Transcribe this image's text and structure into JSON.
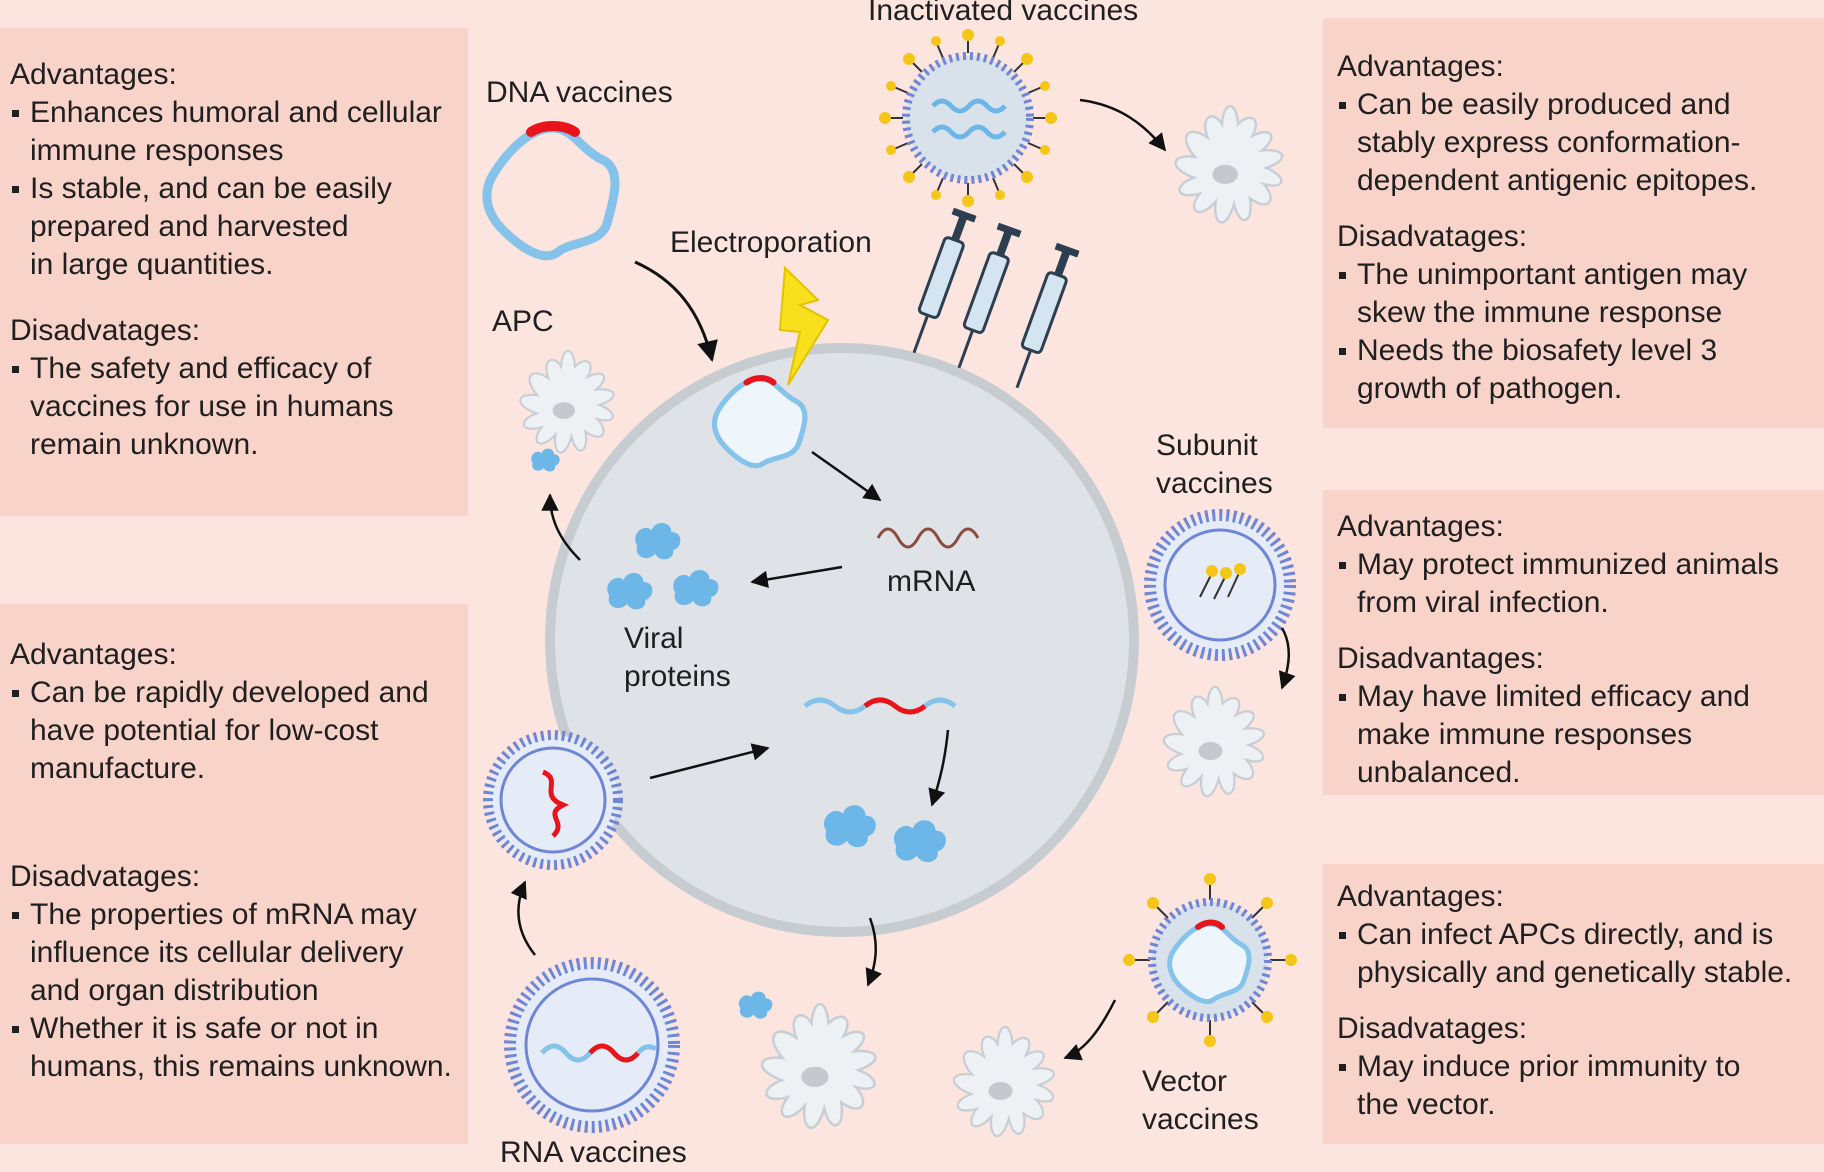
{
  "labels": {
    "dna_vaccines": "DNA vaccines",
    "inactivated_vaccines": "Inactivated vaccines",
    "electroporation": "Electroporation",
    "apc": "APC",
    "mrna": "mRNA",
    "viral_proteins_1": "Viral",
    "viral_proteins_2": "proteins",
    "subunit_vaccines_1": "Subunit",
    "subunit_vaccines_2": "vaccines",
    "vector_vaccines_1": "Vector",
    "vector_vaccines_2": "vaccines",
    "rna_vaccines": "RNA vaccines"
  },
  "panels": {
    "dna": {
      "advantages_heading": "Advantages:",
      "advantages": [
        "Enhances humoral and cellular",
        "immune responses",
        "Is stable, and can be easily",
        "prepared and harvested",
        "in large quantities."
      ],
      "disadvantages_heading": "Disadvatages:",
      "disadvantages": [
        "The safety and efficacy of",
        "vaccines for use in humans",
        "remain unknown."
      ]
    },
    "rna": {
      "advantages_heading": "Advantages:",
      "advantages": [
        "Can be rapidly developed and",
        "have potential for low-cost",
        "manufacture."
      ],
      "disadvantages_heading": "Disadvatages:",
      "disadvantages": [
        "The properties of mRNA may",
        "influence its cellular delivery",
        "and organ distribution",
        "Whether it is safe or not in",
        "humans, this remains unknown."
      ]
    },
    "inactivated": {
      "advantages_heading": "Advantages:",
      "advantages": [
        "Can be easily produced and",
        "stably express conformation-",
        "dependent antigenic epitopes."
      ],
      "disadvantages_heading": "Disadvatages:",
      "disadvantages": [
        "The unimportant antigen may",
        "skew the immune response",
        "Needs the biosafety level 3",
        "growth of pathogen."
      ]
    },
    "subunit": {
      "advantages_heading": "Advantages:",
      "advantages": [
        "May protect immunized animals",
        "from viral infection."
      ],
      "disadvantages_heading": "Disadvantages:",
      "disadvantages": [
        "May have limited efficacy and",
        "make immune responses",
        "unbalanced."
      ]
    },
    "vector": {
      "advantages_heading": "Advantages:",
      "advantages": [
        "Can infect APCs directly, and is",
        "physically and genetically stable."
      ],
      "disadvantages_heading": "Disadvatages:",
      "disadvantages": [
        "May induce prior immunity to",
        "the vector."
      ]
    }
  },
  "colors": {
    "background": "#fbe5de",
    "panel": "#f8d3c9",
    "cell": "#dfe3e7",
    "cell_border": "#c7ccd1",
    "dna_blue": "#86c3ea",
    "dna_red": "#e8141b",
    "protein_blue": "#6cb6e8",
    "lipid": "#6f85d6",
    "spike_yellow": "#f5c518"
  }
}
